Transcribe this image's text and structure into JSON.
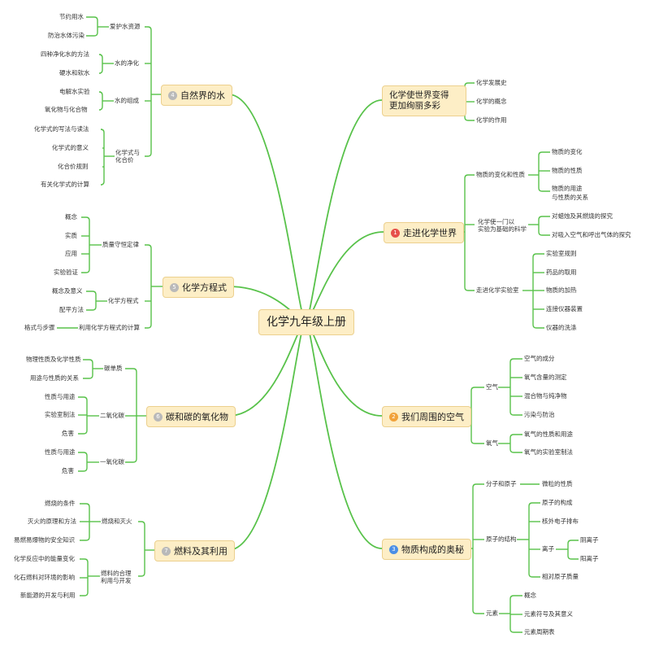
{
  "root": {
    "label": "化学九年级上册"
  },
  "colors": {
    "edge": "#58c24a",
    "topic_bg": "#fdeec6",
    "topic_border": "#ecd08e",
    "badge_red": "#e6504a",
    "badge_orange": "#f1a23a",
    "badge_blue": "#4a8ee6",
    "badge_gray": "#b9b9b9"
  },
  "right": {
    "t0": {
      "label_line1": "化学使世界变得",
      "label_line2": "更加绚丽多彩",
      "items": [
        "化学发展史",
        "化学的概念",
        "化学的作用"
      ]
    },
    "t1": {
      "number": "1",
      "label": "走进化学世界",
      "g1": {
        "label": "物质的变化和性质",
        "items": [
          "物质的变化",
          "物质的性质",
          "物质的用途",
          "与性质的关系"
        ]
      },
      "g2": {
        "label_line1": "化学使一门以",
        "label_line2": "实验为基础的科学",
        "items": [
          "对蜡烛及其燃烧的探究",
          "对吸入空气和呼出气体的探究"
        ]
      },
      "g3": {
        "label": "走进化学实验室",
        "items": [
          "实验室规则",
          "药品的取用",
          "物质的加热",
          "连接仪器装置",
          "仪器的洗涤"
        ]
      }
    },
    "t2": {
      "number": "2",
      "label": "我们周围的空气",
      "g1": {
        "label": "空气",
        "items": [
          "空气的成分",
          "氧气含量的测定",
          "混合物与纯净物",
          "污染与防治"
        ]
      },
      "g2": {
        "label": "氧气",
        "items": [
          "氧气的性质和用途",
          "氧气的实验室制法"
        ]
      }
    },
    "t3": {
      "number": "3",
      "label": "物质构成的奥秘",
      "g1": {
        "label": "分子和原子",
        "items": [
          "微粒的性质"
        ]
      },
      "g2": {
        "label": "原子的结构",
        "items": [
          "原子的构成",
          "核外电子排布",
          "离子",
          "相对原子质量"
        ],
        "ion_items": [
          "阴离子",
          "阳离子"
        ]
      },
      "g3": {
        "label": "元素",
        "items": [
          "概念",
          "元素符号及其意义",
          "元素周期表"
        ]
      }
    }
  },
  "left": {
    "t4": {
      "number": "4",
      "label": "自然界的水",
      "g1": {
        "label": "爱护水资源",
        "items": [
          "节约用水",
          "防治水体污染"
        ]
      },
      "g2": {
        "label": "水的净化",
        "items": [
          "四种净化水的方法",
          "硬水和软水"
        ]
      },
      "g3": {
        "label": "水的组成",
        "items": [
          "电解水实验",
          "氧化物与化合物"
        ]
      },
      "g4": {
        "label_line1": "化学式与",
        "label_line2": "化合价",
        "items": [
          "化学式的写法与读法",
          "化学式的意义",
          "化合价规则",
          "有关化学式的计算"
        ]
      }
    },
    "t5": {
      "number": "5",
      "label": "化学方程式",
      "g1": {
        "label": "质量守恒定律",
        "items": [
          "概念",
          "实质",
          "应用",
          "实验验证"
        ]
      },
      "g2": {
        "label": "化学方程式",
        "items": [
          "概念及意义",
          "配平方法"
        ]
      },
      "g3": {
        "label": "利用化学方程式的计算",
        "items": [
          "格式与步骤"
        ]
      }
    },
    "t6": {
      "number": "6",
      "label": "碳和碳的氧化物",
      "g1": {
        "label": "碳单质",
        "items": [
          "物理性质及化学性质",
          "用途与性质的关系"
        ]
      },
      "g2": {
        "label": "二氧化碳",
        "items": [
          "性质与用途",
          "实验室制法",
          "危害"
        ]
      },
      "g3": {
        "label": "一氧化碳",
        "items": [
          "性质与用途",
          "危害"
        ]
      }
    },
    "t7": {
      "number": "7",
      "label": "燃料及其利用",
      "g1": {
        "label": "燃烧和灭火",
        "items": [
          "燃烧的条件",
          "灭火的原理和方法",
          "易燃易爆物的安全知识"
        ]
      },
      "g2": {
        "label_line1": "燃料的合理",
        "label_line2": "利用与开发",
        "items": [
          "化学反应中的能量变化",
          "化石燃料对环境的影响",
          "新能源的开发与利用"
        ]
      }
    }
  }
}
